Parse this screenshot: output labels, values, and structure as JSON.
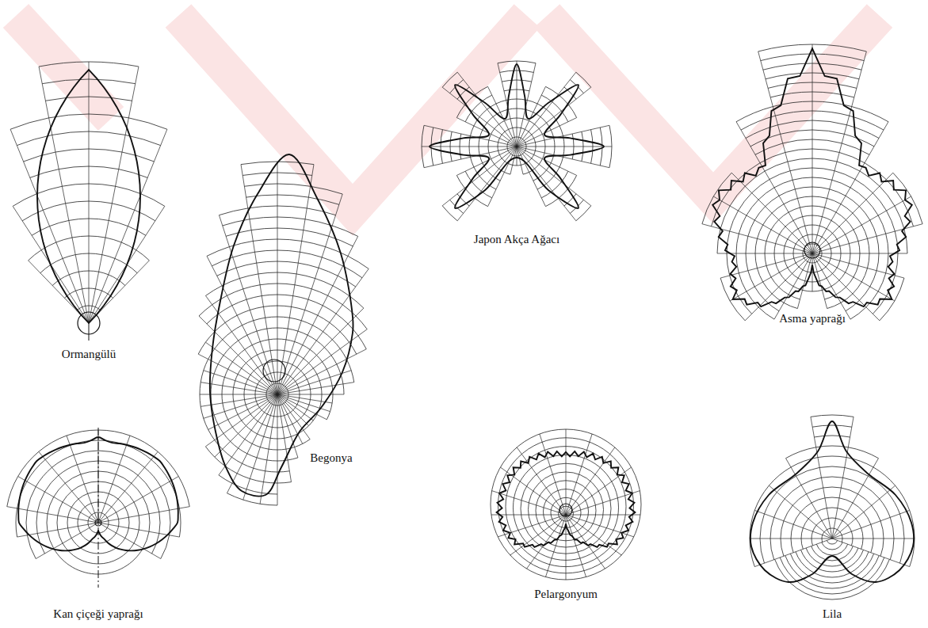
{
  "diagram": {
    "labels": [
      "Ormangülü",
      "Begonya",
      "Japon Akça Ağacı",
      "Asma yaprağı",
      "Kan çiçeği yaprağı",
      "Pelargonyum",
      "Lila"
    ]
  }
}
